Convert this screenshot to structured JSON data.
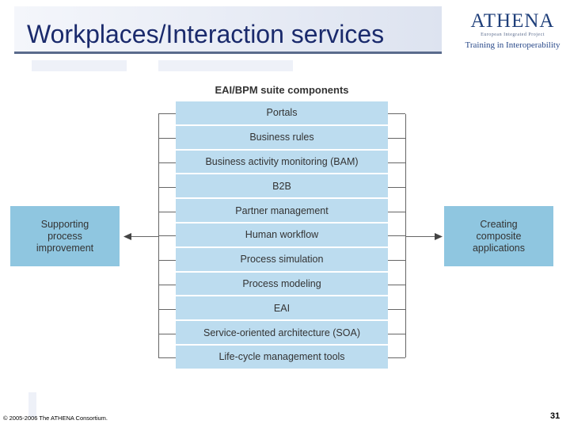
{
  "header": {
    "title": "Workplaces/Interaction services",
    "logo_main": "ATHENA",
    "logo_sub": "European Integrated Project",
    "logo_tagline": "Training in Interoperability"
  },
  "diagram": {
    "title": "EAI/BPM suite components",
    "components": [
      "Portals",
      "Business rules",
      "Business activity monitoring (BAM)",
      "B2B",
      "Partner management",
      "Human workflow",
      "Process simulation",
      "Process modeling",
      "EAI",
      "Service-oriented architecture (SOA)",
      "Life-cycle management tools"
    ],
    "left_box": "Supporting process improvement",
    "right_box": "Creating composite applications"
  },
  "footer": {
    "copyright": "© 2005-2006 The ATHENA Consortium.",
    "page_number": "31"
  },
  "colors": {
    "title_text": "#1a2a6c",
    "component_fill": "#bcdcef",
    "side_box_fill": "#8fc6e0",
    "connector": "#666666"
  }
}
